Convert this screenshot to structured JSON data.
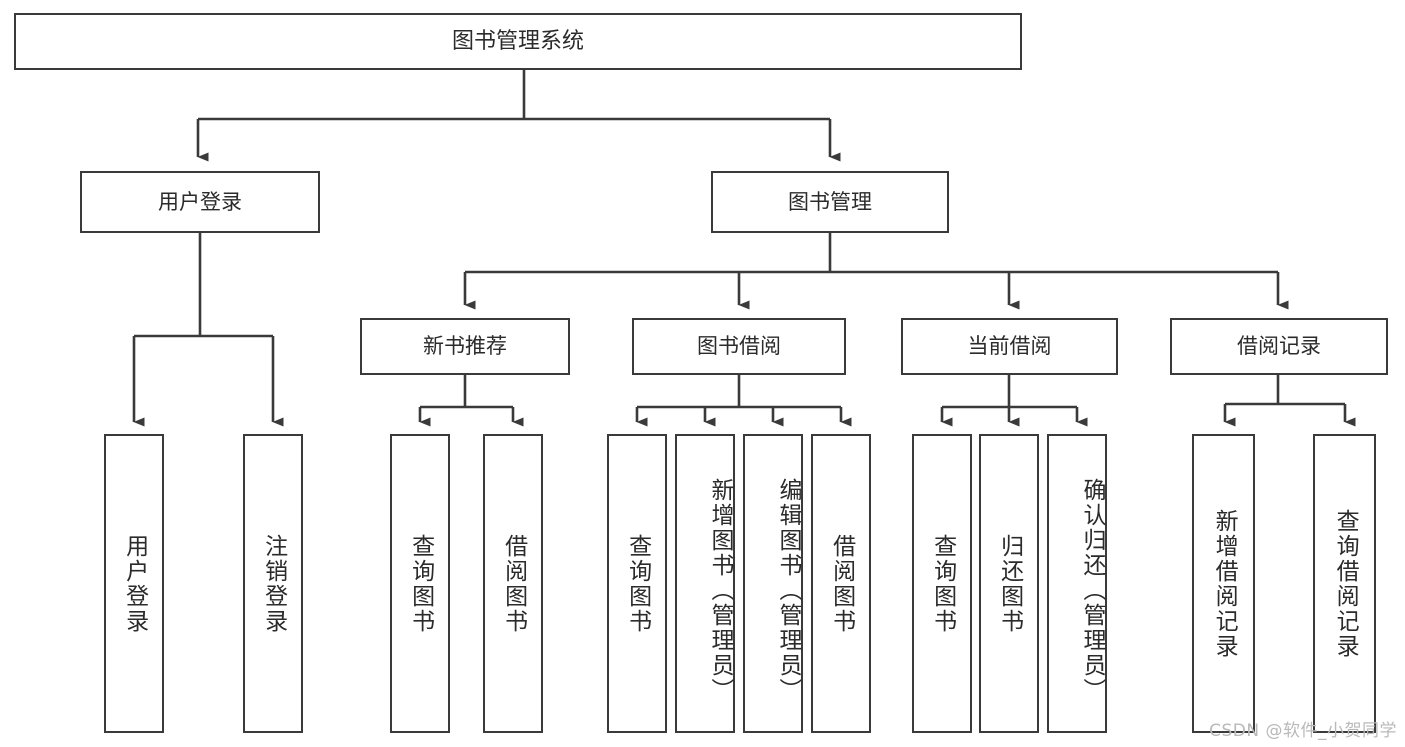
{
  "diagram": {
    "title": "图书管理系统",
    "watermark": "CSDN @软件_小贺同学",
    "line_color": "#3a3a3a",
    "box_border_color": "#3a3a3a",
    "box_fill_color": "#ffffff",
    "text_color": "#2b2b2b",
    "watermark_color": "#b9b9b9",
    "nodes": {
      "root": "图书管理系统",
      "level2": [
        "用户登录",
        "图书管理"
      ],
      "level3": [
        "新书推荐",
        "图书借阅",
        "当前借阅",
        "借阅记录"
      ],
      "leaves": {
        "user_login": [
          "用户登录",
          "注销登录"
        ],
        "new_book": [
          "查询图书",
          "借阅图书"
        ],
        "book_borrow": [
          "查询图书",
          "新增图书（管理员）",
          "编辑图书（管理员）",
          "借阅图书"
        ],
        "current_borrow": [
          "查询图书",
          "归还图书",
          "确认归还（管理员）"
        ],
        "borrow_record": [
          "新增借阅记录",
          "查询借阅记录"
        ]
      }
    }
  }
}
